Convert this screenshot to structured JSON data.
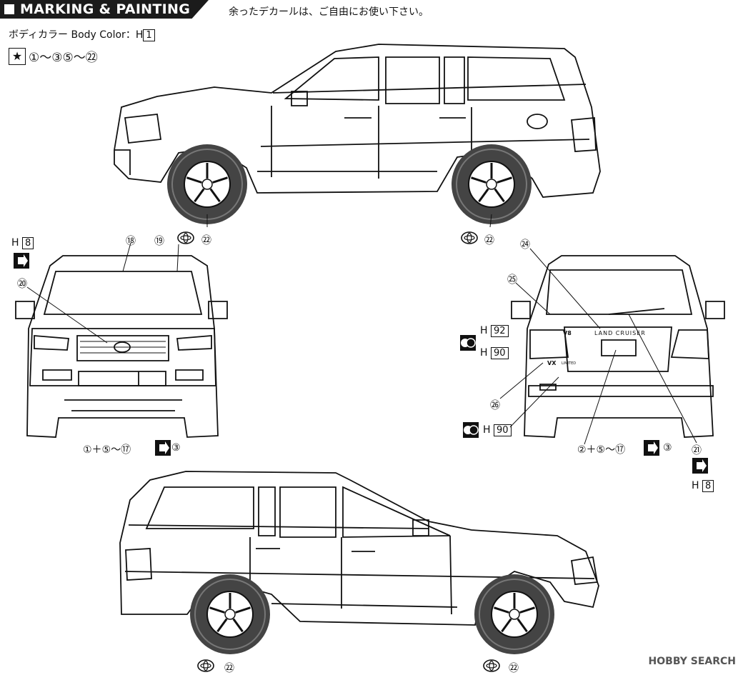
{
  "header": {
    "title": "MARKING & PAINTING",
    "note": "余ったデカールは、ご自由にお使い下さい。"
  },
  "body_color": {
    "label": "ボディカラー Body Color：H",
    "code": "1"
  },
  "decals": {
    "star": "★",
    "range": "①〜③⑤〜㉒"
  },
  "callouts": {
    "c18": "⑱",
    "c19": "⑲",
    "c20": "⑳",
    "c22a": "㉒",
    "c22b": "㉒",
    "c22c": "㉒",
    "c22d": "㉒",
    "c24": "㉔",
    "c25": "㉕",
    "c26": "㉖",
    "c21": "㉑",
    "front_bottom": "①＋⑤〜⑰",
    "front_bottom_end": "③",
    "rear_bottom": "②＋⑤〜⑰",
    "rear_bottom_end": "③"
  },
  "paint_labels": {
    "h8_front": {
      "prefix": "H",
      "code": "8"
    },
    "h92": {
      "prefix": "H",
      "code": "92"
    },
    "h90a": {
      "prefix": "H",
      "code": "90"
    },
    "h90b": {
      "prefix": "H",
      "code": "90"
    },
    "h8_rear": {
      "prefix": "H",
      "code": "8"
    }
  },
  "rear_text": {
    "badge_v8": "V8",
    "model": "LAND CRUISER",
    "grade": "VX",
    "limited": "LIMITED"
  },
  "watermark": "HOBBY SEARCH",
  "icons": [
    "toyota-logo-icon",
    "paint-mark-icon",
    "two-tone-circle-icon"
  ]
}
